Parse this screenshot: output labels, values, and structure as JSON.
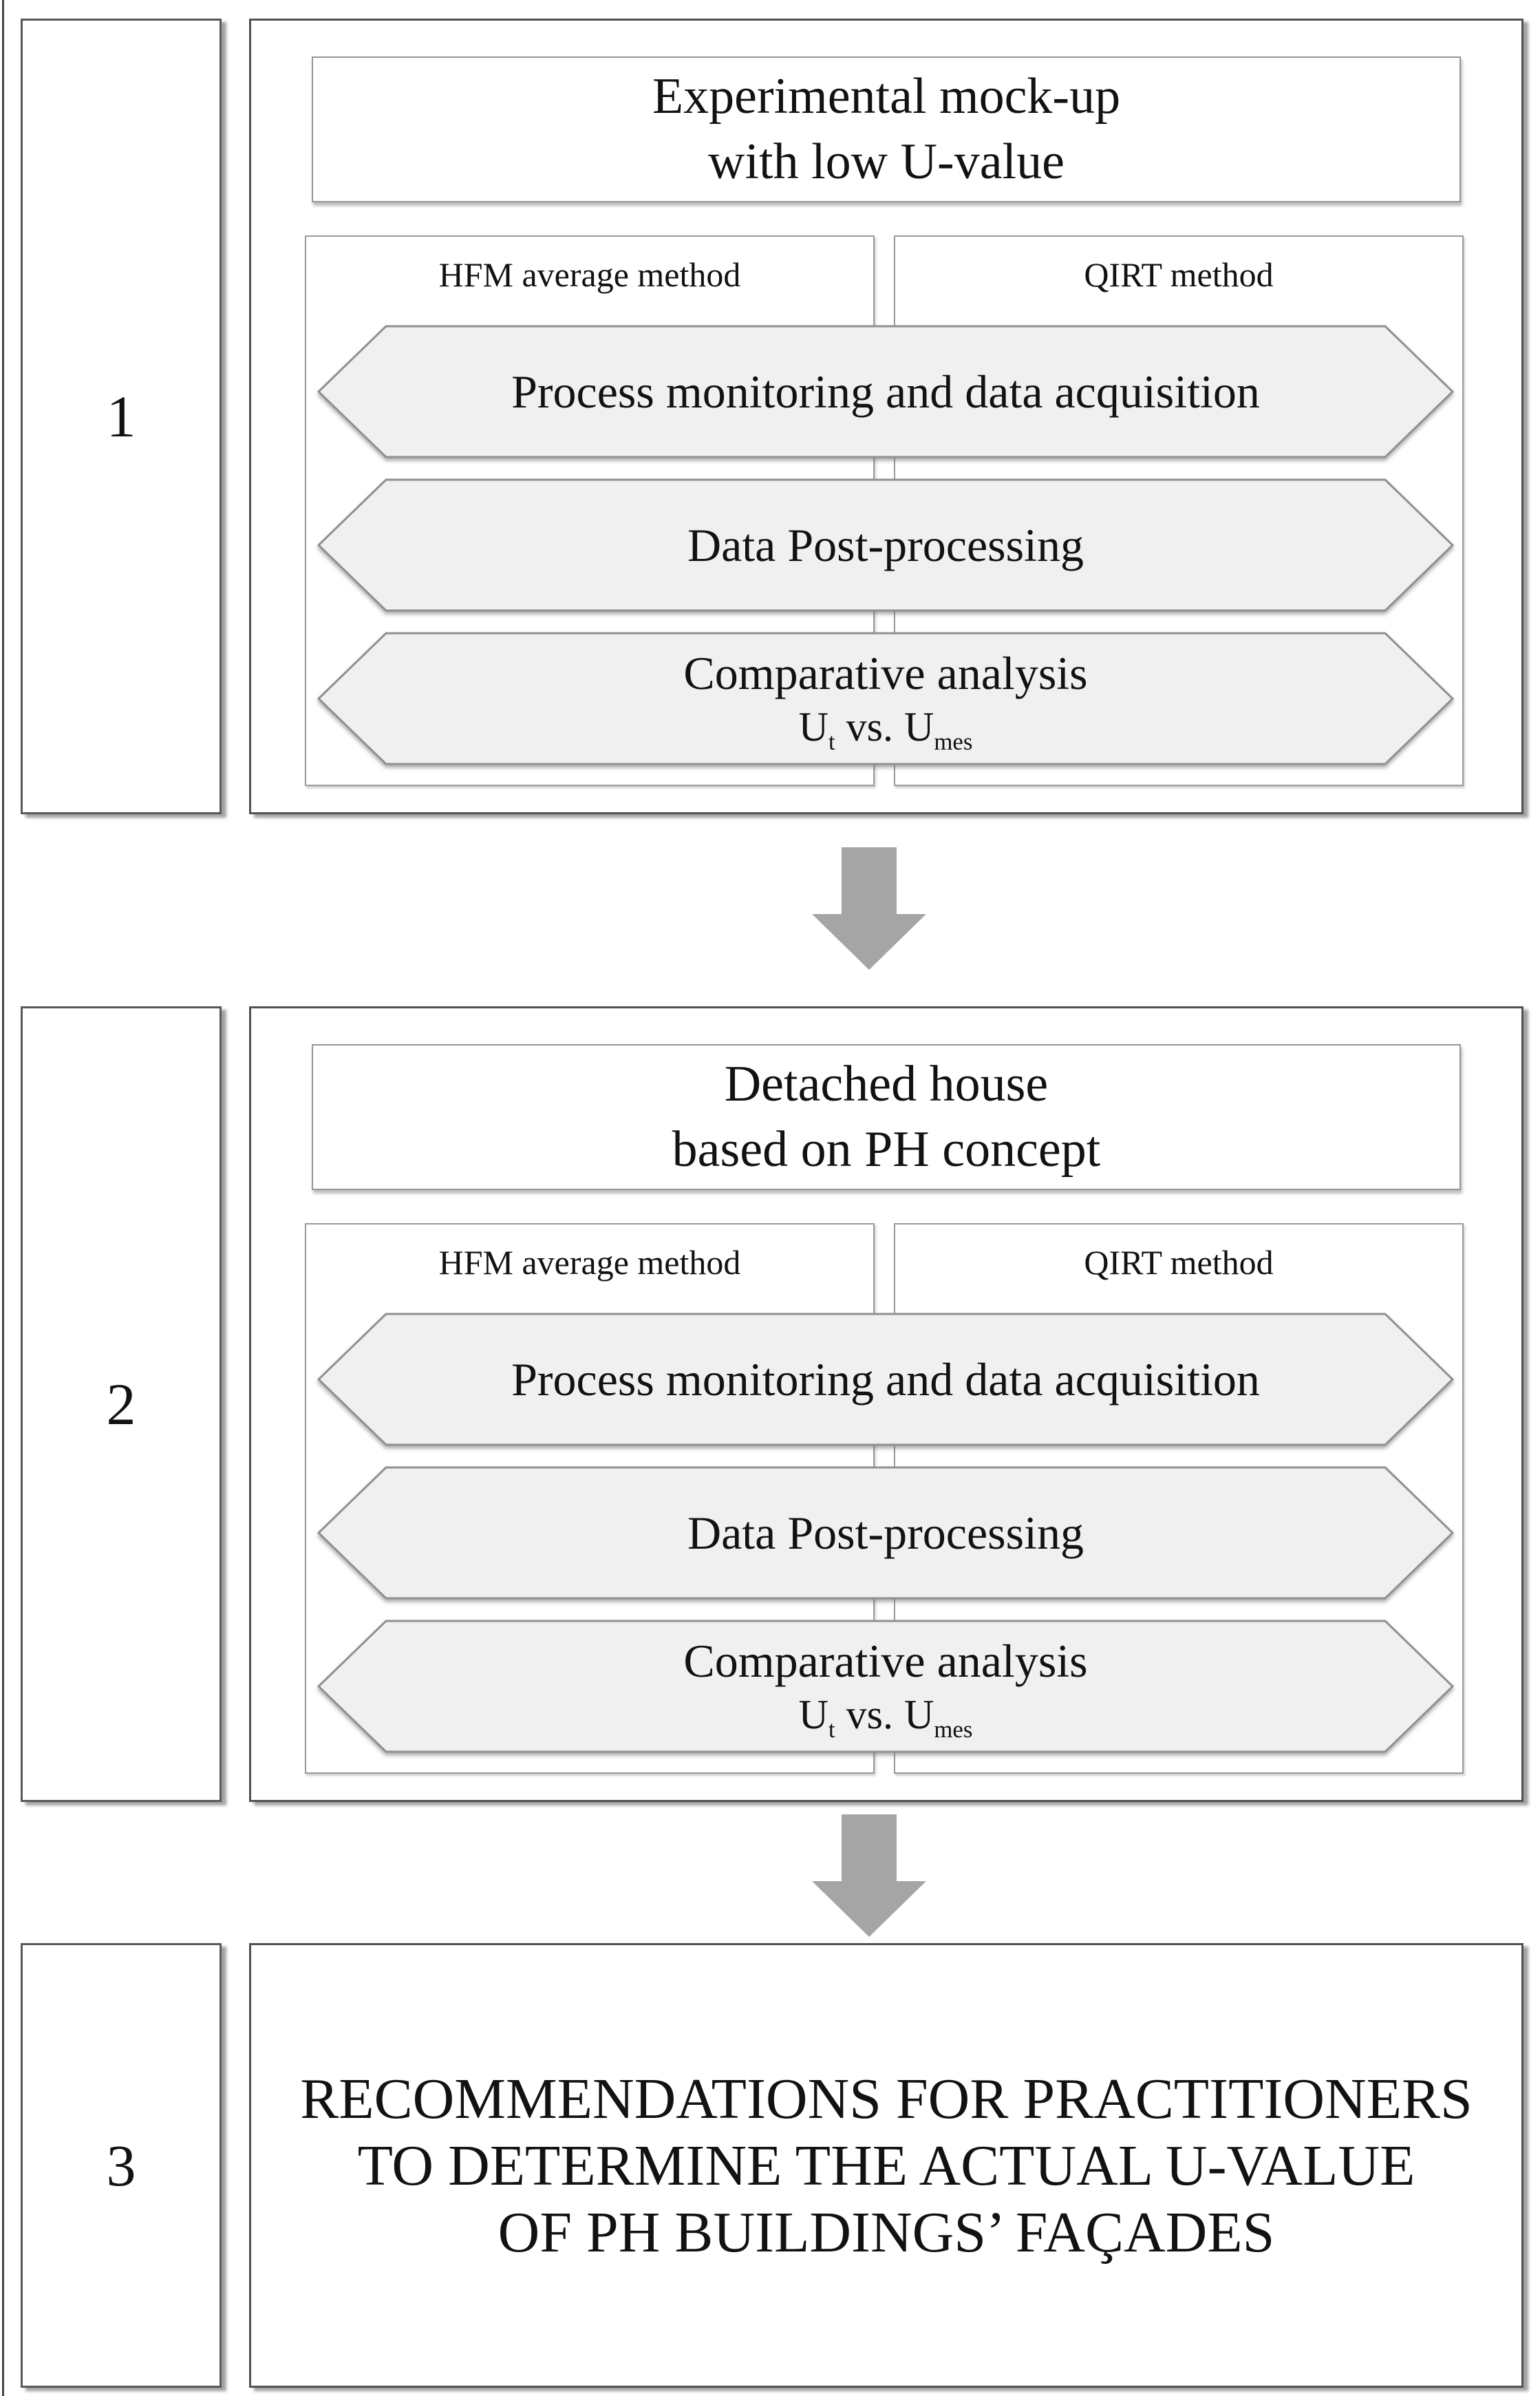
{
  "figure": {
    "stage1": {
      "number": "1",
      "title_line1": "Experimental mock-up",
      "title_line2": "with low U-value",
      "left_method": "HFM average method",
      "right_method": "QIRT method",
      "step1": "Process monitoring and data acquisition",
      "step2": "Data Post-processing",
      "step3_title": "Comparative analysis",
      "step3_u1": "U",
      "step3_u1_sub": "t",
      "step3_vs": "vs.",
      "step3_u2": "U",
      "step3_u2_sub": "mes"
    },
    "stage2": {
      "number": "2",
      "title_line1": "Detached house",
      "title_line2": "based on PH concept",
      "left_method": "HFM average method",
      "right_method": "QIRT method",
      "step1": "Process monitoring and data acquisition",
      "step2": "Data Post-processing",
      "step3_title": "Comparative analysis",
      "step3_u1": "U",
      "step3_u1_sub": "t",
      "step3_vs": "vs.",
      "step3_u2": "U",
      "step3_u2_sub": "mes"
    },
    "stage3": {
      "number": "3",
      "line1": "RECOMMENDATIONS FOR PRACTITIONERS",
      "line2": "TO DETERMINE THE ACTUAL U-VALUE",
      "line3": "OF PH BUILDINGS’ FAÇADES"
    },
    "colors": {
      "hex_fill": "#f0f0f0",
      "hex_stroke": "#909090",
      "arrow_fill": "#a5a5a5",
      "outer_border": "#515151",
      "inner_border": "#9a9a9a"
    }
  }
}
